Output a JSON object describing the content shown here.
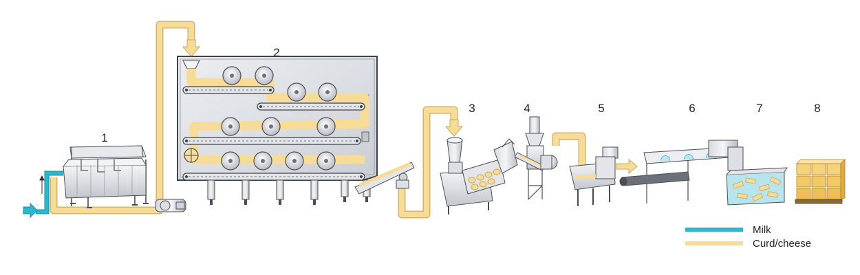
{
  "diagram": {
    "steps": [
      {
        "number": "1",
        "component": "cheese vat"
      },
      {
        "number": "2",
        "component": "cheddaring machine"
      },
      {
        "number": "3",
        "component": "extruder"
      },
      {
        "number": "4",
        "component": "cutter"
      },
      {
        "number": "5",
        "component": "moulding machine"
      },
      {
        "number": "6",
        "component": "cooling conveyor"
      },
      {
        "number": "7",
        "component": "brine tank"
      },
      {
        "number": "8",
        "component": "palletised cheese"
      }
    ],
    "legend": [
      {
        "label": "Milk",
        "color": "#2ab8cf"
      },
      {
        "label": "Curd/cheese",
        "color": "#f6dc97"
      }
    ],
    "colors": {
      "milk": "#2ab8cf",
      "curd": "#f6dc97",
      "curd_edge": "#d2b46a",
      "metal_light": "#e9eaed",
      "metal_mid": "#c7cad0",
      "metal_dark": "#6c7079",
      "outline": "#4a4d55"
    }
  }
}
